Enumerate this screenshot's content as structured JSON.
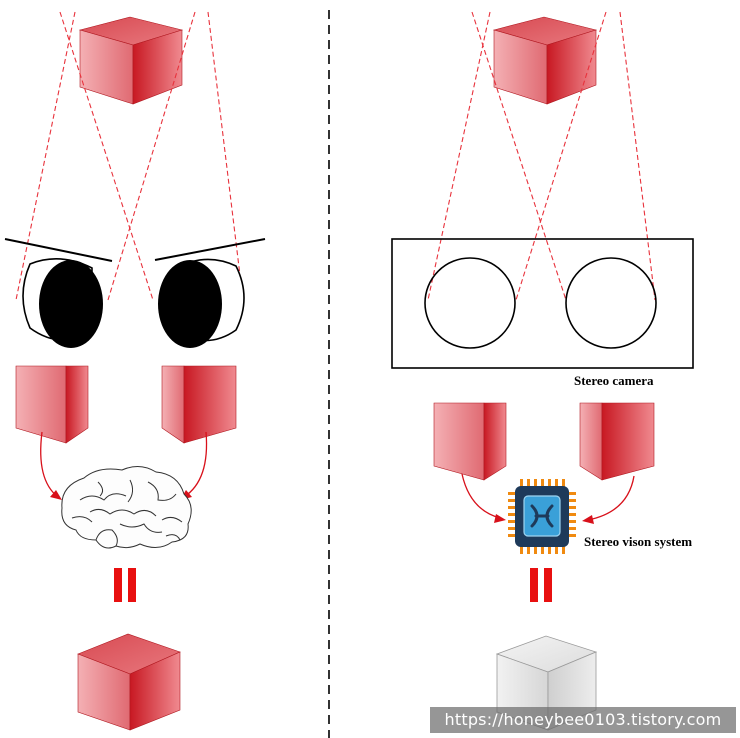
{
  "labels": {
    "stereo_camera": "Stereo camera",
    "stereo_vision_system": "Stereo vison system",
    "equals_sign": "||"
  },
  "watermark": "https://honeybee0103.tistory.com",
  "colors": {
    "sight_line": "#e8323c",
    "cube_red_light": "#f3a4a8",
    "cube_red_dark": "#d0222c",
    "cube_gray": "#e6e6e6",
    "equals_sign": "#e81010",
    "chip_body": "#1e3a5a",
    "chip_pins": "#f08a10",
    "chip_core": "#3aa0d8"
  },
  "icons": [
    "red-cube-icon",
    "eye-icon",
    "brain-icon",
    "processor-chip-icon",
    "gray-cube-icon"
  ]
}
